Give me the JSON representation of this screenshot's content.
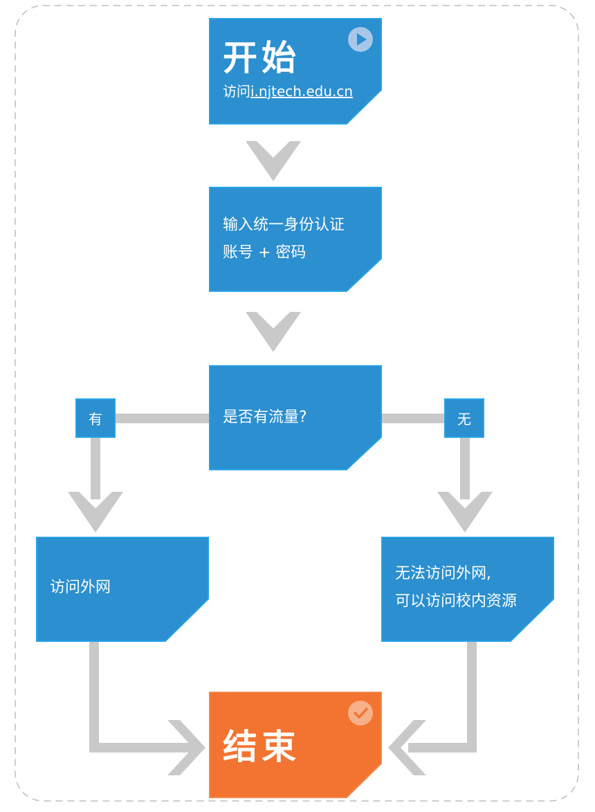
{
  "colors": {
    "node_fill": "#2b8fd0",
    "node_border": "#27a3e6",
    "end_fill": "#f27430",
    "end_border": "#f5894a",
    "arrow": "#c9c9c9",
    "frame_dash": "#bdbdbd"
  },
  "start": {
    "title": "开始",
    "prefix": "访问",
    "link": "i.njtech.edu.cn",
    "icon": "play-icon"
  },
  "login": {
    "text": "输入统一身份认证\n账号 + 密码"
  },
  "decision": {
    "text": "是否有流量?"
  },
  "branch_yes": {
    "label": "有"
  },
  "branch_no": {
    "label": "无"
  },
  "result_yes": {
    "text": "访问外网"
  },
  "result_no": {
    "text": "无法访问外网,\n可以访问校内资源"
  },
  "end": {
    "title": "结束",
    "icon": "check-icon"
  }
}
